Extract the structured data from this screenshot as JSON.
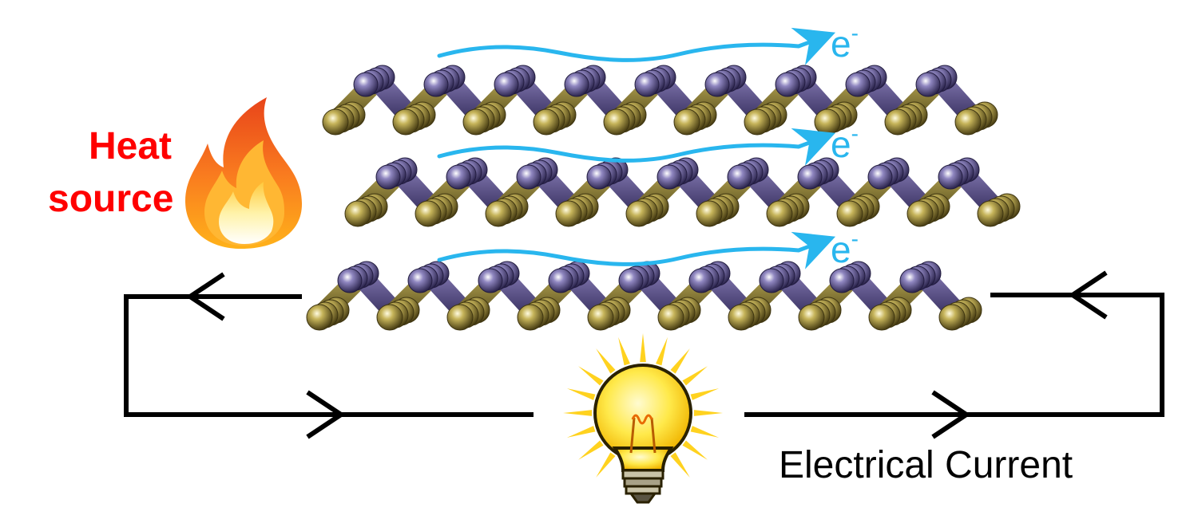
{
  "labels": {
    "heat_line1": "Heat",
    "heat_line2": "source",
    "electron": "e",
    "electron_charge": "-",
    "current": "Electrical Current"
  },
  "colors": {
    "heat_text": "#ff0000",
    "electron_arrow": "#29b6ee",
    "circuit": "#000000",
    "atom_metal": "#5b4f86",
    "atom_chalcogen": "#8d7d35",
    "bulb_yellow": "#ffe135",
    "flame_orange": "#f66a1a"
  },
  "icons": {
    "heat": "flame-icon",
    "load": "light-bulb-icon"
  },
  "layers": [
    {
      "name": "layer-1",
      "metal_atoms": 9,
      "chalcogen_atoms": 10
    },
    {
      "name": "layer-2",
      "metal_atoms": 9,
      "chalcogen_atoms": 10
    },
    {
      "name": "layer-3",
      "metal_atoms": 9,
      "chalcogen_atoms": 10
    }
  ]
}
